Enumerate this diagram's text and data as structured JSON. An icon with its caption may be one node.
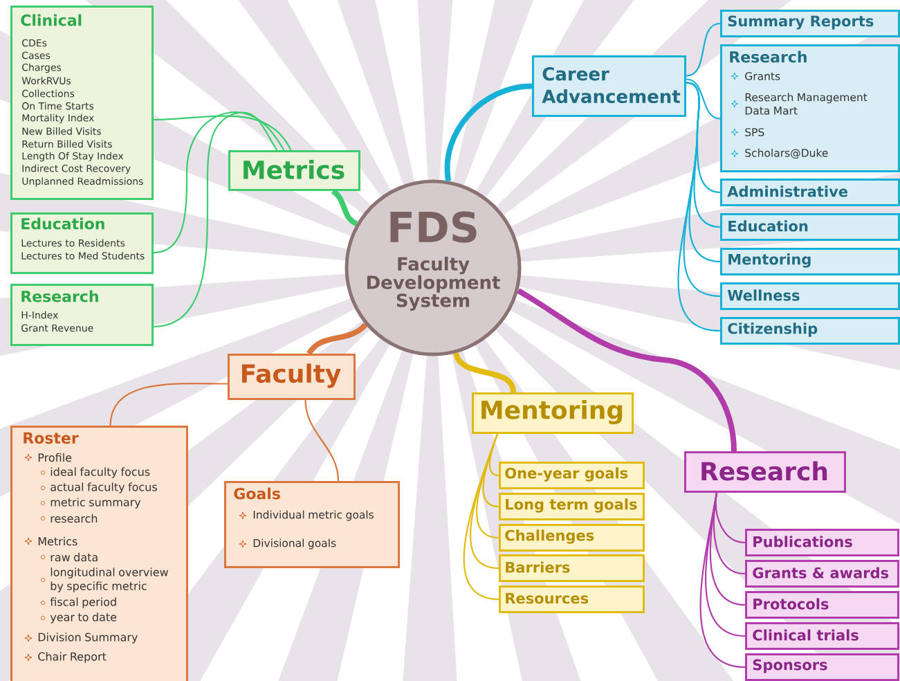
{
  "diagram": {
    "nodes": [
      {
        "text": [
          "FDS",
          "Faculty Development System"
        ]
      },
      {
        "text": [
          "Metrics"
        ]
      },
      {
        "text": [
          "Clinical",
          "CDEs",
          "Cases",
          "Charges",
          "WorkRVUs",
          "Collections",
          "On Time Starts",
          "Mortality Index",
          "New Billed Visits",
          "Return Billed Visits",
          "Length Of Stay Index",
          "Indirect Cost Recovery",
          "Unplanned Readmissions"
        ]
      },
      {
        "text": [
          "Education",
          "Lectures to Residents",
          "Lectures to Med Students"
        ]
      },
      {
        "text": [
          "Research",
          "H-Index",
          "Grant Revenue"
        ]
      },
      {
        "text": [
          "Career Advancement"
        ]
      },
      {
        "text": [
          "Summary Reports"
        ]
      },
      {
        "text": [
          "Research",
          "Grants",
          "Research Management Data Mart",
          "SPS",
          "Scholars@Duke"
        ]
      },
      {
        "text": [
          "Administrative"
        ]
      },
      {
        "text": [
          "Education"
        ]
      },
      {
        "text": [
          "Mentoring"
        ]
      },
      {
        "text": [
          "Wellness"
        ]
      },
      {
        "text": [
          "Citizenship"
        ]
      },
      {
        "text": [
          "Faculty"
        ]
      },
      {
        "text": [
          "Roster",
          "Profile",
          "ideal faculty focus",
          "actual faculty focus",
          "metric summary",
          "research",
          "Metrics",
          "raw data",
          "longitudinal overview by specific metric",
          "fiscal period",
          "year to date",
          "Division Summary",
          "Chair Report"
        ]
      },
      {
        "text": [
          "Goals",
          "Individual metric goals",
          "Divisional goals"
        ]
      },
      {
        "text": [
          "Mentoring"
        ]
      },
      {
        "text": [
          "One-year goals"
        ]
      },
      {
        "text": [
          "Long term goals"
        ]
      },
      {
        "text": [
          "Challenges"
        ]
      },
      {
        "text": [
          "Barriers"
        ]
      },
      {
        "text": [
          "Resources"
        ]
      },
      {
        "text": [
          "Research"
        ]
      },
      {
        "text": [
          "Publications"
        ]
      },
      {
        "text": [
          "Grants & awards"
        ]
      },
      {
        "text": [
          "Protocols"
        ]
      },
      {
        "text": [
          "Clinical trials"
        ]
      },
      {
        "text": [
          "Sponsors"
        ]
      }
    ],
    "edges": [
      {
        "from": 0,
        "to": 1,
        "arrow": "none",
        "style": "thick",
        "color": "#3dcc6e"
      },
      {
        "from": 1,
        "to": 2,
        "arrow": "none",
        "color": "#3dcc6e"
      },
      {
        "from": 1,
        "to": 3,
        "arrow": "none",
        "color": "#3dcc6e"
      },
      {
        "from": 1,
        "to": 4,
        "arrow": "none",
        "color": "#3dcc6e"
      },
      {
        "from": 0,
        "to": 5,
        "arrow": "none",
        "style": "thick",
        "color": "#17b1d8"
      },
      {
        "from": 5,
        "to": 6,
        "arrow": "none",
        "color": "#17b1d8"
      },
      {
        "from": 5,
        "to": 7,
        "arrow": "none",
        "color": "#17b1d8"
      },
      {
        "from": 5,
        "to": 8,
        "arrow": "none",
        "color": "#17b1d8"
      },
      {
        "from": 5,
        "to": 9,
        "arrow": "none",
        "color": "#17b1d8"
      },
      {
        "from": 5,
        "to": 10,
        "arrow": "none",
        "color": "#17b1d8"
      },
      {
        "from": 5,
        "to": 11,
        "arrow": "none",
        "color": "#17b1d8"
      },
      {
        "from": 5,
        "to": 12,
        "arrow": "none",
        "color": "#17b1d8"
      },
      {
        "from": 0,
        "to": 13,
        "arrow": "none",
        "style": "thick",
        "color": "#d9773e"
      },
      {
        "from": 13,
        "to": 14,
        "arrow": "none",
        "color": "#d9773e"
      },
      {
        "from": 13,
        "to": 15,
        "arrow": "none",
        "color": "#d9773e"
      },
      {
        "from": 0,
        "to": 16,
        "arrow": "none",
        "style": "thick",
        "color": "#e2bb10"
      },
      {
        "from": 16,
        "to": 17,
        "arrow": "none",
        "color": "#e2bb10"
      },
      {
        "from": 16,
        "to": 18,
        "arrow": "none",
        "color": "#e2bb10"
      },
      {
        "from": 16,
        "to": 19,
        "arrow": "none",
        "color": "#e2bb10"
      },
      {
        "from": 16,
        "to": 20,
        "arrow": "none",
        "color": "#e2bb10"
      },
      {
        "from": 16,
        "to": 21,
        "arrow": "none",
        "color": "#e2bb10"
      },
      {
        "from": 0,
        "to": 22,
        "arrow": "none",
        "style": "thick",
        "color": "#b23caa"
      },
      {
        "from": 22,
        "to": 23,
        "arrow": "none",
        "color": "#b23caa"
      },
      {
        "from": 22,
        "to": 24,
        "arrow": "none",
        "color": "#b23caa"
      },
      {
        "from": 22,
        "to": 25,
        "arrow": "none",
        "color": "#b23caa"
      },
      {
        "from": 22,
        "to": 26,
        "arrow": "none",
        "color": "#b23caa"
      },
      {
        "from": 22,
        "to": 27,
        "arrow": "none",
        "color": "#b23caa"
      }
    ]
  }
}
